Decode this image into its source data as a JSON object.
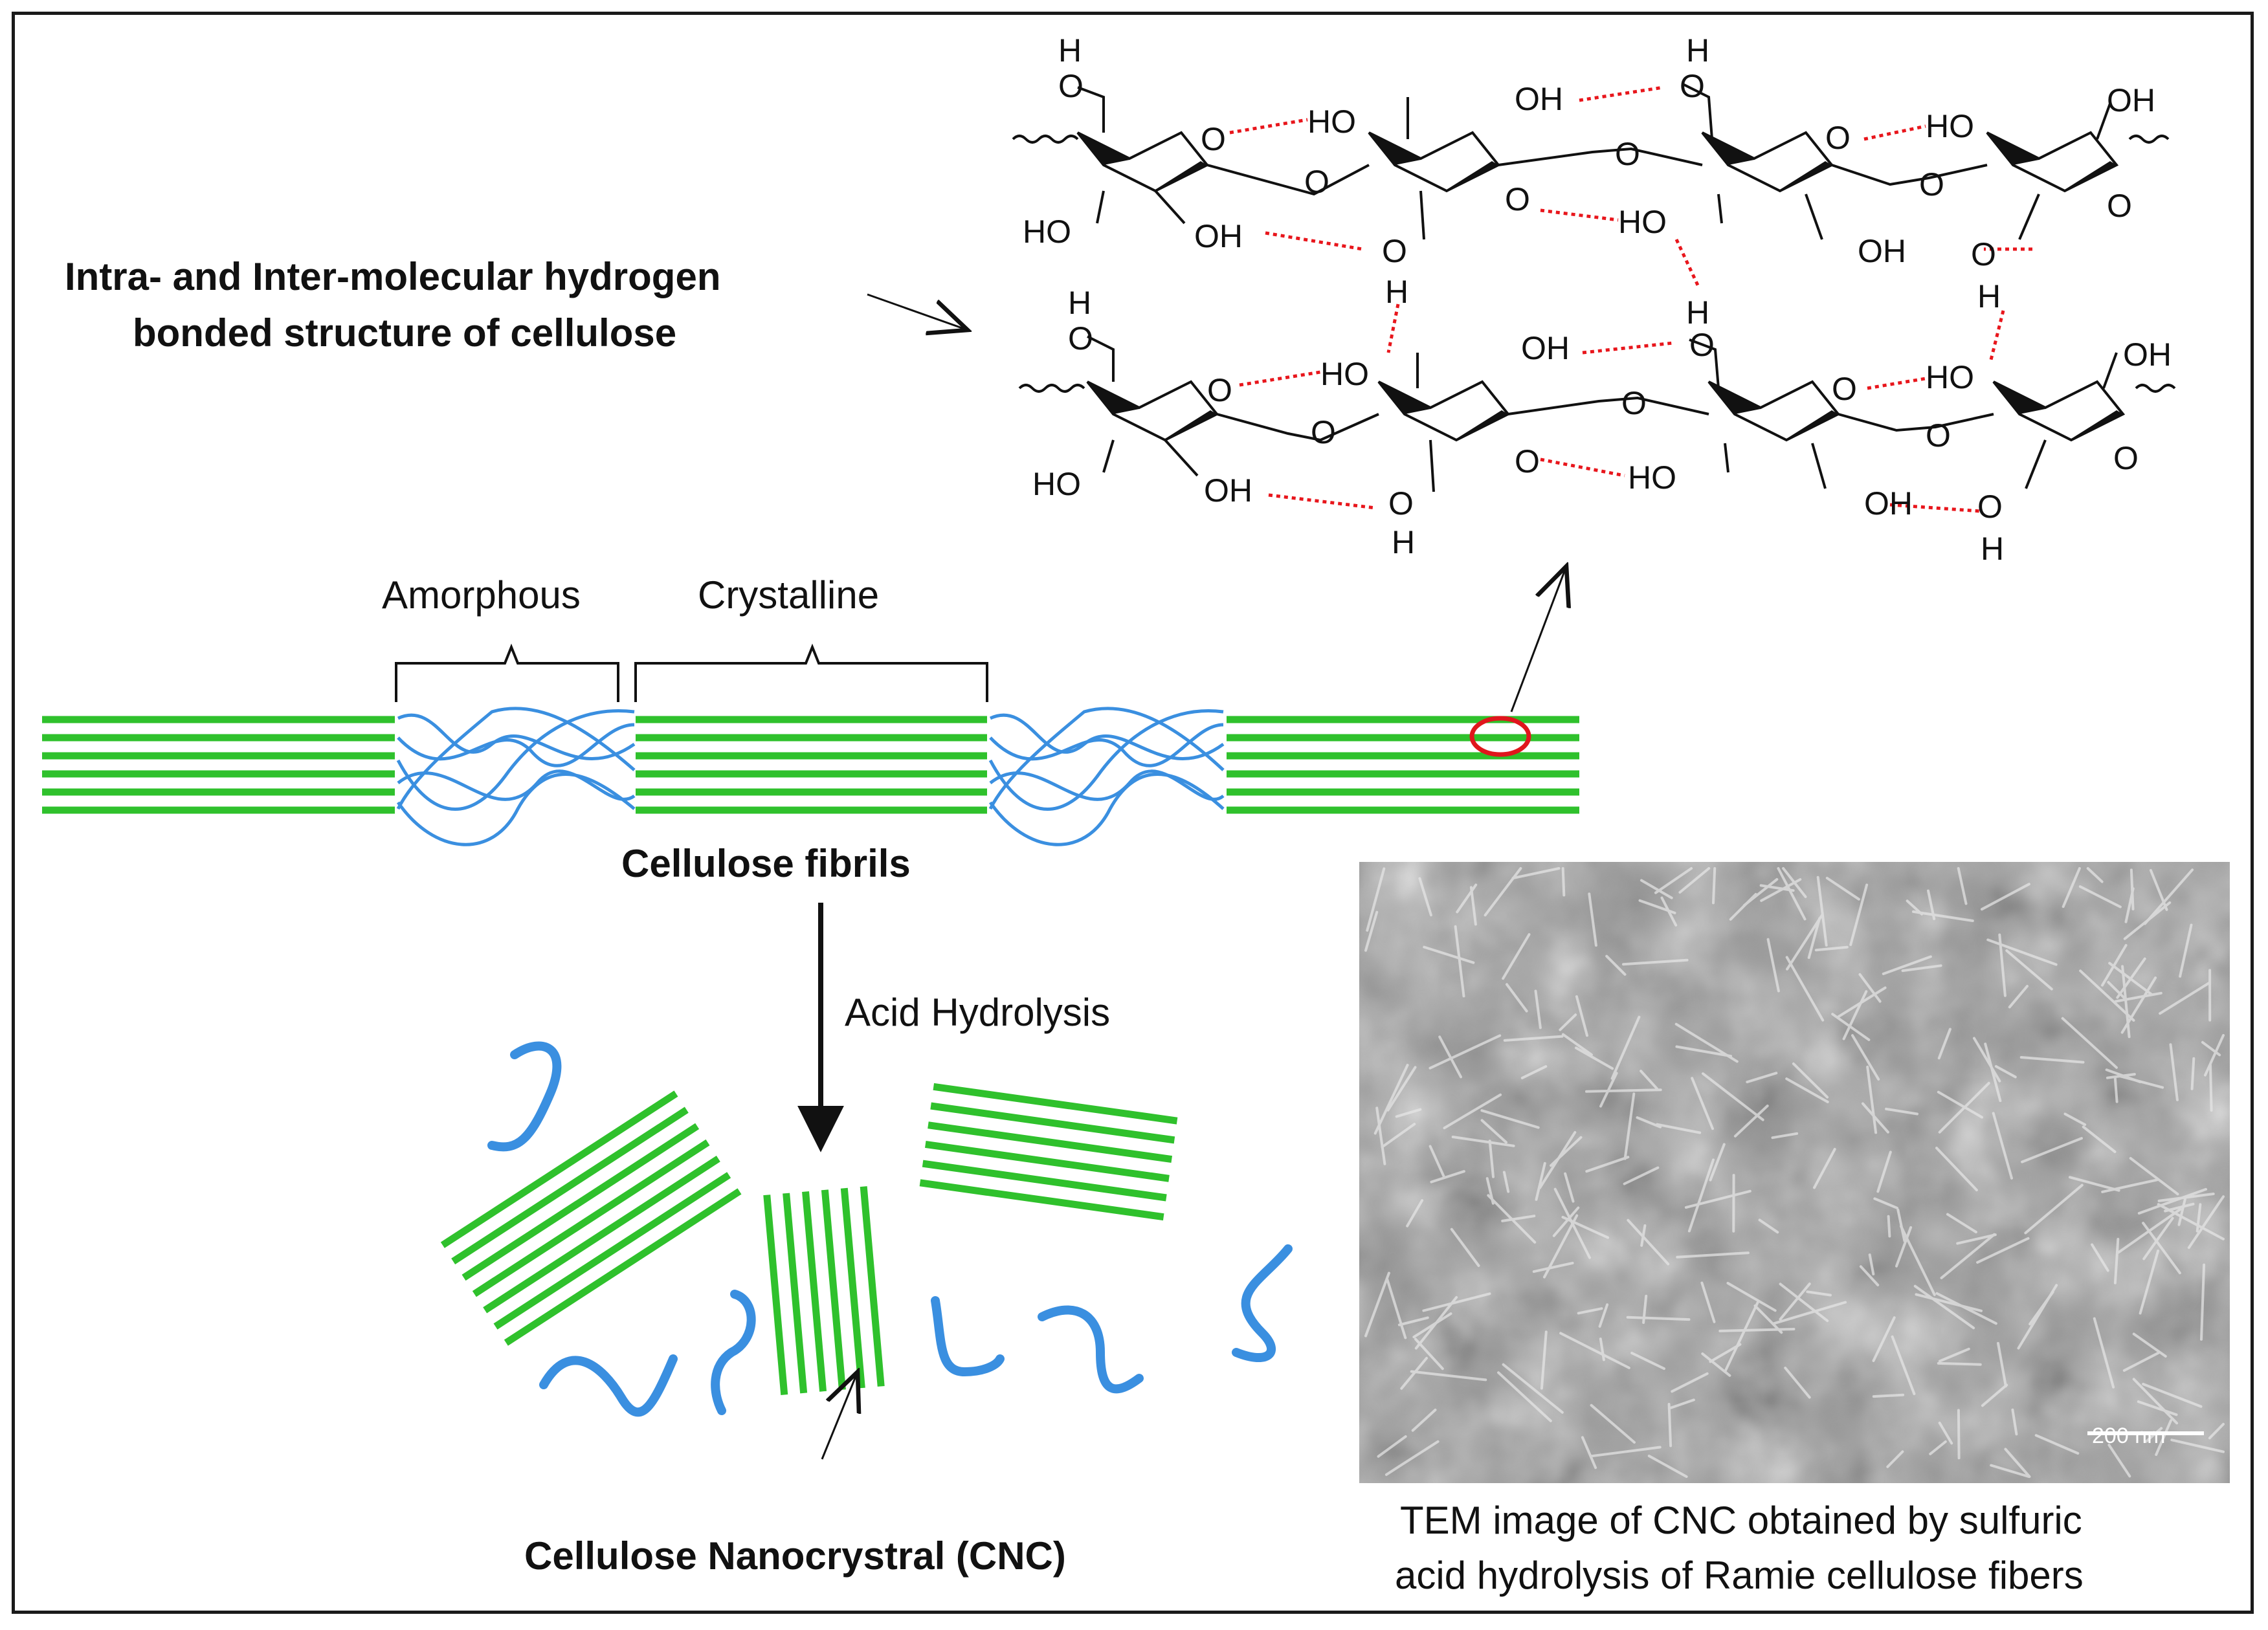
{
  "labels": {
    "hbond_title_line1": "Intra- and Inter-molecular hydrogen",
    "hbond_title_line2": "bonded structure of cellulose",
    "amorphous": "Amorphous",
    "crystalline": "Crystalline",
    "fibrils": "Cellulose fibrils",
    "acid_hydrolysis": "Acid Hydrolysis",
    "cnc": "Cellulose Nanocrystral (CNC)",
    "tem_caption_line1": "TEM image of CNC obtained by sulfuric",
    "tem_caption_line2": "acid hydrolysis of Ramie cellulose fibers",
    "scale_bar": "200 nm"
  },
  "chem_labels": {
    "H": "H",
    "O": "O",
    "OH": "OH",
    "HO": "HO"
  },
  "colors": {
    "fibril_green": "#2fc12c",
    "amorphous_blue": "#3a8fe0",
    "hbond_red": "#e8161c",
    "highlight_red": "#e0161c",
    "ink": "#111111"
  }
}
